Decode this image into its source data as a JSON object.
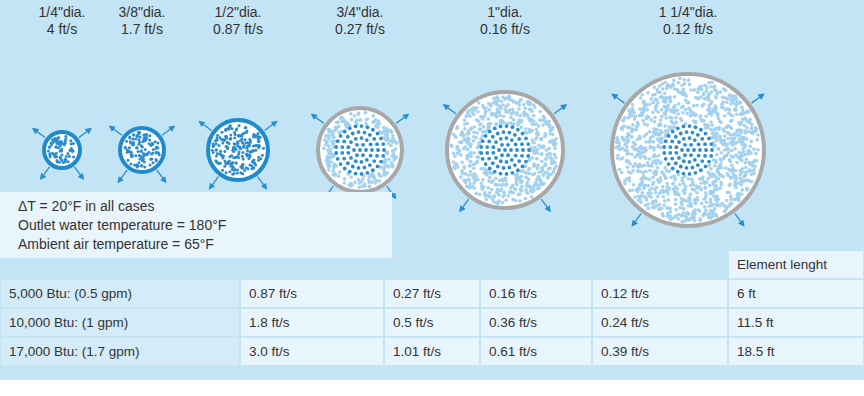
{
  "diagram": {
    "nodes": [
      {
        "text": [
          "1/4\"dia.",
          "4 ft/s"
        ]
      },
      {
        "text": [
          "3/8\"dia.",
          "1.7 ft/s"
        ]
      },
      {
        "text": [
          "1/2\"dia.",
          "0.87 ft/s"
        ]
      },
      {
        "text": [
          "3/4\"dia.",
          "0.27 ft/s"
        ]
      },
      {
        "text": [
          "1\"dia.",
          "0.16 ft/s"
        ]
      },
      {
        "text": [
          "1 1/4\"dia.",
          "0.12 ft/s"
        ]
      },
      {
        "text": [
          "ΔT = 20°F in all cases",
          "Outlet water temperature = 180°F",
          "Ambient air temperature = 65°F"
        ]
      }
    ],
    "labels": [
      "Element lenght",
      "5,000 Btu: (0.5 gpm)",
      "0.87 ft/s",
      "0.27 ft/s",
      "0.16 ft/s",
      "0.12 ft/s",
      "6 ft",
      "10,000 Btu: (1 gpm)",
      "1.8 ft/s",
      "0.5 ft/s",
      "0.36 ft/s",
      "0.24 ft/s",
      "11.5 ft",
      "17,000 Btu: (1.7 gpm)",
      "3.0 ft/s",
      "1.01 ft/s",
      "0.61 ft/s",
      "0.39 ft/s",
      "18.5 ft"
    ]
  }
}
